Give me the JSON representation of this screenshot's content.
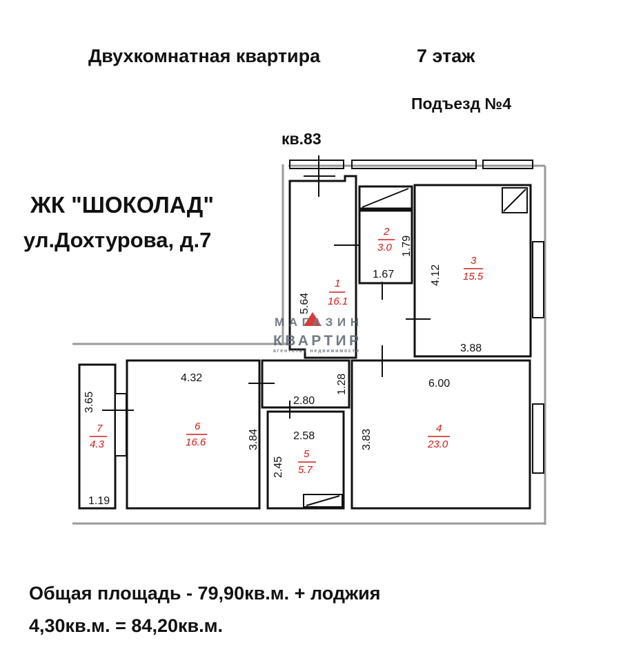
{
  "header": {
    "title": "Двухкомнатная квартира",
    "floor": "7 этаж",
    "entrance": "Подъезд №4",
    "apartment": "кв.83"
  },
  "complex": {
    "name": "ЖК \"ШОКОЛАД\"",
    "address": "ул.Дохтурова, д.7"
  },
  "rooms": [
    {
      "number": "1",
      "area": "16.1"
    },
    {
      "number": "2",
      "area": "3.0"
    },
    {
      "number": "3",
      "area": "15.5"
    },
    {
      "number": "4",
      "area": "23.0"
    },
    {
      "number": "5",
      "area": "5.7"
    },
    {
      "number": "6",
      "area": "16.6"
    },
    {
      "number": "7",
      "area": "4.3"
    }
  ],
  "dimensions": [
    "5.64",
    "1.79",
    "1.67",
    "4.12",
    "3.88",
    "4.32",
    "1.28",
    "6.00",
    "2.80",
    "3.65",
    "3.84",
    "2.58",
    "3.83",
    "2.45",
    "1.19"
  ],
  "watermark": {
    "line1": "МАГАЗИН",
    "line2": "КВАРТИР",
    "tagline": "агентство недвижимости"
  },
  "footer": {
    "line1": "Общая площадь - 79,90кв.м. + лоджия",
    "line2": "4,30кв.м. = 84,20кв.м."
  }
}
